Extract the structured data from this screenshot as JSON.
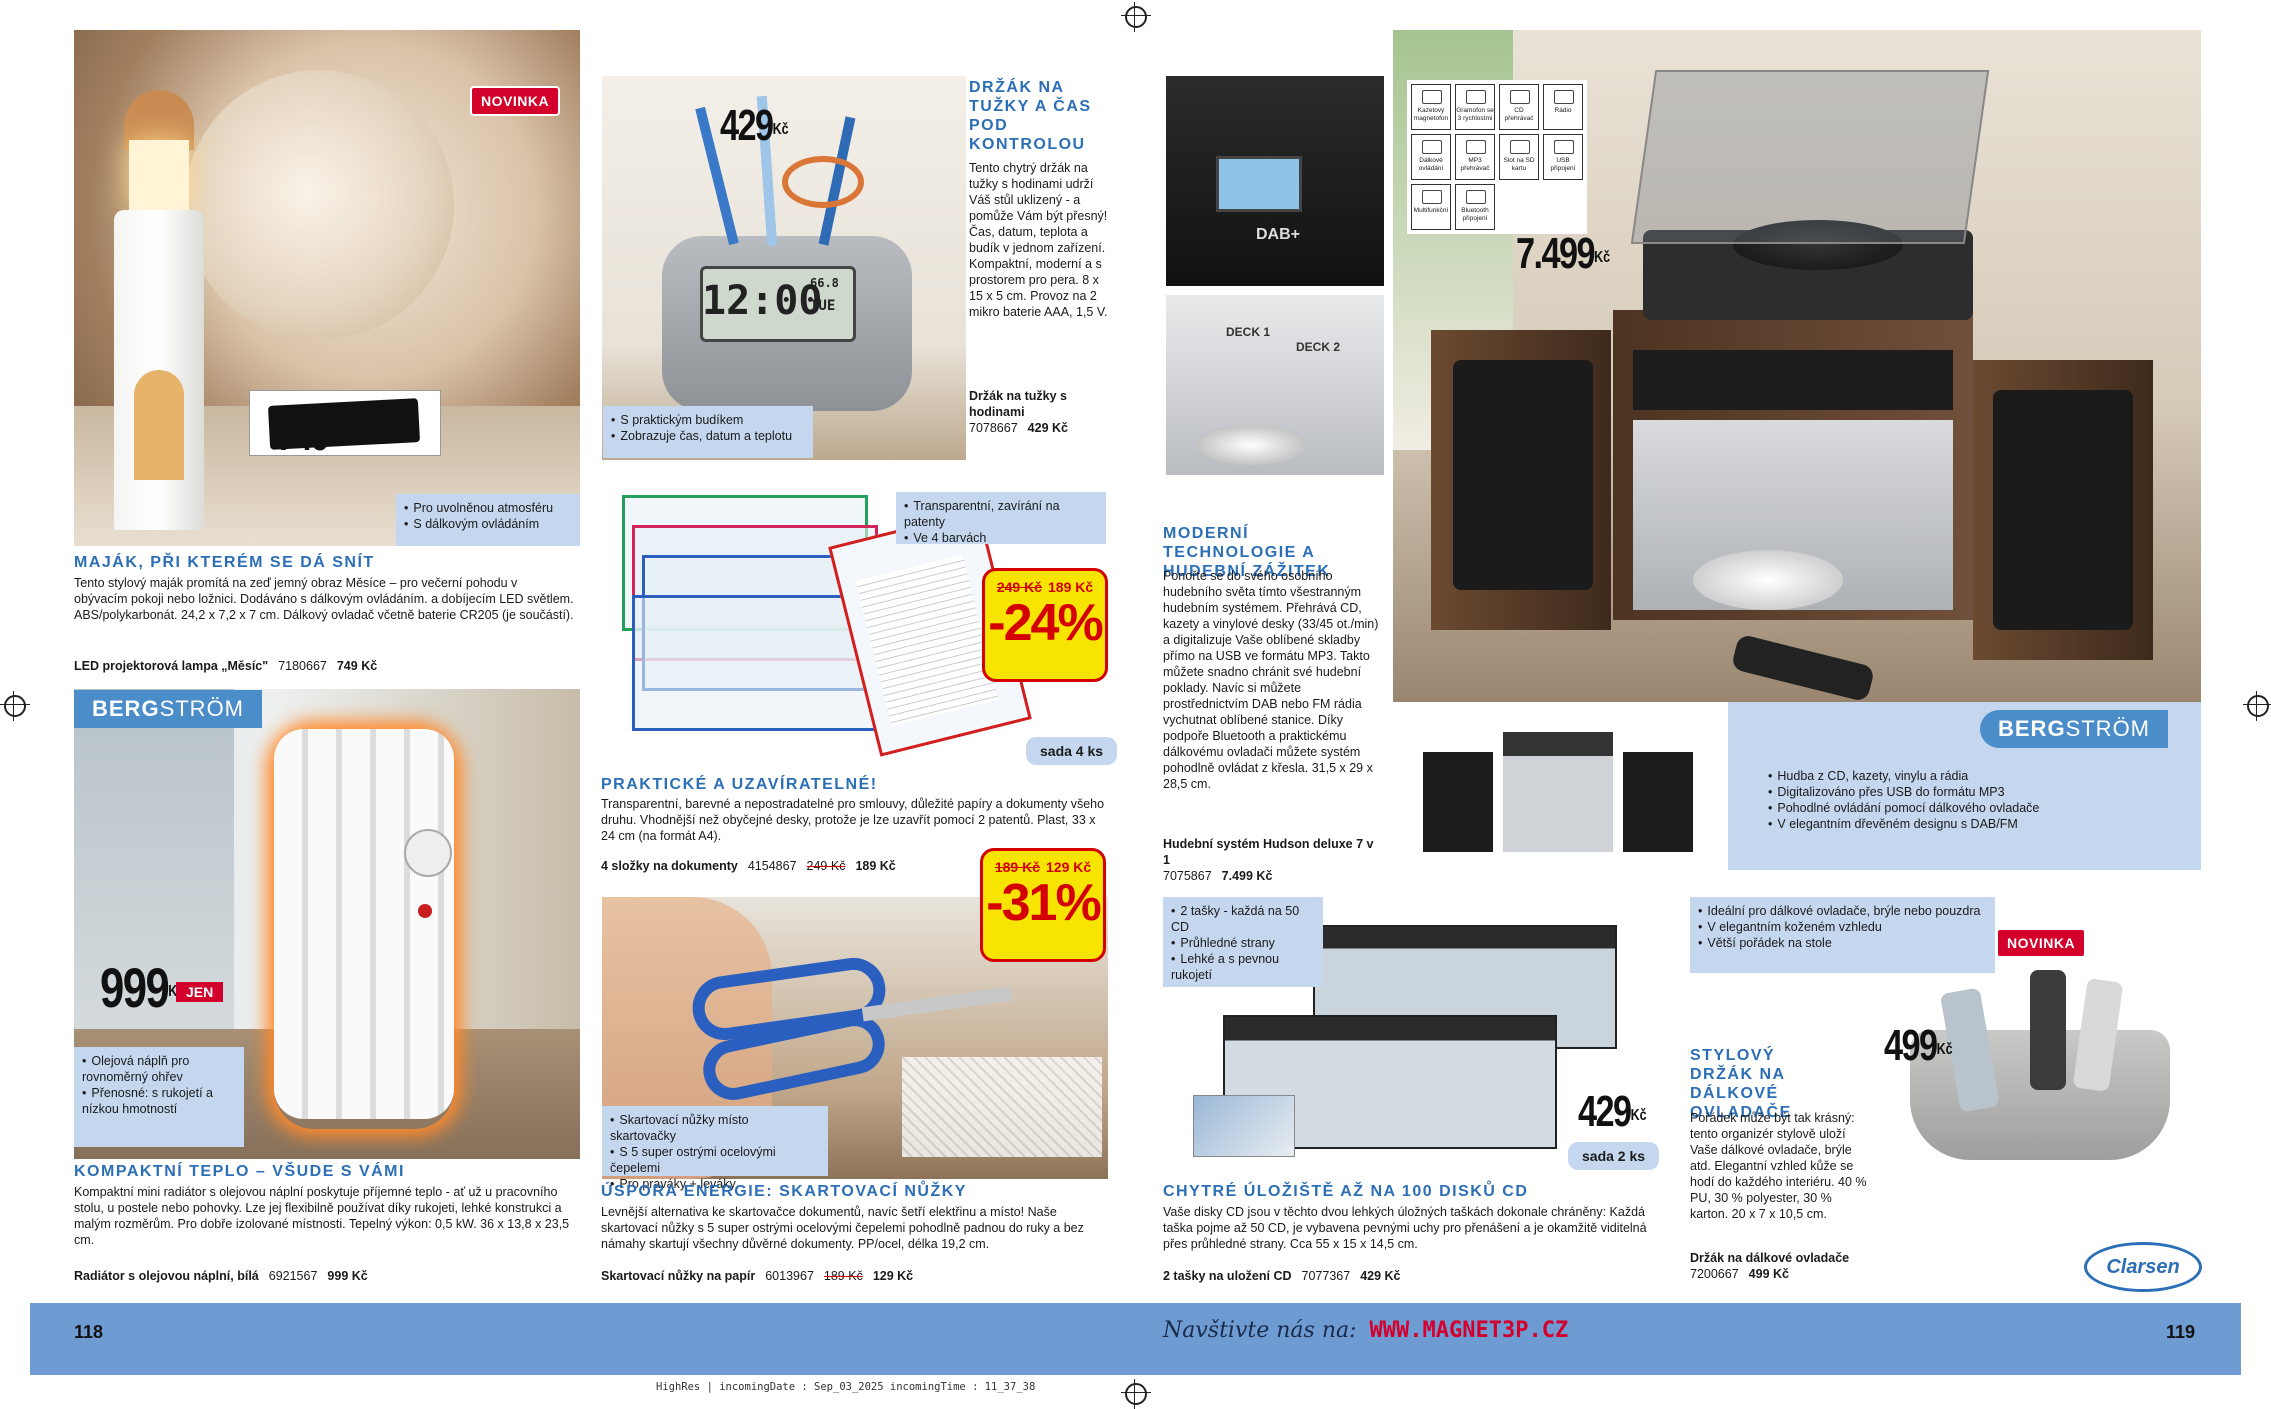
{
  "left_page": {
    "page_number": "118",
    "lighthouse": {
      "badge": "NOVINKA",
      "price": "749",
      "currency": "Kč",
      "bullets": [
        "Pro uvolněnou atmosféru",
        "S dálkovým ovládáním"
      ],
      "title": "MAJÁK, PŘI KTERÉM SE DÁ SNÍT",
      "description": "Tento stylový maják promítá na zeď jemný obraz Měsíce – pro večerní pohodu v obývacím pokoji nebo ložnici. Dodáváno s dálkovým ovládáním. a dobíjecím LED světlem. ABS/polykarbonát. 24,2 x 7,2 x 7 cm. Dálkový ovladač včetně baterie CR205 (je součástí).",
      "order_name": "LED projektorová lampa „Měsíc\"",
      "order_code": "7180667",
      "order_price": "749 Kč"
    },
    "pen_holder": {
      "price": "429",
      "currency": "Kč",
      "clock_text": "12:00",
      "clock_small": "66.8",
      "clock_day": "TUE",
      "title": "DRŽÁK NA TUŽKY A ČAS POD KONTROLOU",
      "description": "Tento chytrý držák na tužky s hodinami udrží Váš stůl uklizený - a pomůže Vám být přesný! Čas, datum, teplota a budík v jednom zařízení. Kompaktní, moderní a s prostorem pro pera. 8 x 15 x 5 cm. Provoz na 2 mikro baterie AAA, 1,5 V.",
      "order_name": "Držák na tužky s hodinami",
      "order_code": "7078667",
      "order_price": "429 Kč",
      "bullets": [
        "S praktickým budíkem",
        "Zobrazuje čas, datum a teplotu"
      ]
    },
    "folders": {
      "bullets": [
        "Transparentní, zavírání na patenty",
        "Ve 4 barvách"
      ],
      "old_price": "249 Kč",
      "new_price": "189 Kč",
      "discount": "-24%",
      "pill": "sada 4 ks",
      "title": "PRAKTICKÉ A UZAVÍRATELNÉ!",
      "description": "Transparentní, barevné a nepostradatelné pro smlouvy, důležité papíry a dokumenty všeho druhu. Vhodnější než obyčejné desky, protože je lze uzavřít pomocí 2 patentů. Plast, 33 x 24 cm (na formát A4).",
      "order_name": "4 složky na dokumenty",
      "order_code": "4154867",
      "order_old": "249 Kč",
      "order_price": "189 Kč"
    },
    "heater": {
      "brand_light": "BERG",
      "brand_bold": "STRÖM",
      "price": "999",
      "currency": "Kč",
      "tag": "JEN",
      "bullets": [
        "Olejová náplň pro rovnoměrný ohřev",
        "Přenosné: s rukojetí a nízkou hmotností"
      ],
      "title": "KOMPAKTNÍ TEPLO – VŠUDE S VÁMI",
      "description": "Kompaktní mini radiátor s olejovou náplní poskytuje příjemné teplo - ať už u pracovního stolu, u postele nebo pohovky. Lze jej flexibilně používat díky rukojeti, lehké konstrukci a malým rozměrům. Pro dobře izolované místnosti. Tepelný výkon: 0,5 kW. 36 x 13,8 x 23,5 cm.",
      "order_name": "Radiátor s olejovou náplní, bílá",
      "order_code": "6921567",
      "order_price": "999 Kč"
    },
    "scissors": {
      "old_price": "189 Kč",
      "new_price": "129 Kč",
      "discount": "-31%",
      "bullets": [
        "Skartovací nůžky místo skartovačky",
        "S 5 super ostrými ocelovými čepelemi",
        "Pro praváky + leváky"
      ],
      "title": "ÚSPORA ENERGIE: SKARTOVACÍ NŮŽKY",
      "description": "Levnější alternativa ke skartovačce dokumentů, navíc šetří elektřinu a místo! Naše skartovací nůžky s 5 super ostrými ocelovými čepelemi pohodlně padnou do ruky a bez námahy skartují všechny důvěrné dokumenty. PP/ocel, délka 19,2 cm.",
      "order_name": "Skartovací nůžky na papír",
      "order_code": "6013967",
      "order_old": "189 Kč",
      "order_price": "129 Kč"
    }
  },
  "right_page": {
    "page_number": "119",
    "footer_text": "Navštivte nás na:",
    "footer_url": "WWW.MAGNET3P.CZ",
    "hifi": {
      "price": "7.499",
      "currency": "Kč",
      "features": [
        "Kazetový magnetofon",
        "Gramofon se 3 rychlostmi",
        "CD přehrávač",
        "Rádio",
        "Dálkové ovládání",
        "MP3 přehrávač",
        "Slot na SD kartu",
        "USB připojení",
        "Multifunkční",
        "Bluetooth připojení"
      ],
      "dab_label": "DAB+",
      "deck1": "DECK 1",
      "deck2": "DECK 2",
      "title": "MODERNÍ TECHNOLOGIE A HUDEBNÍ ZÁŽITEK",
      "description": "Ponořte se do svého osobního hudebního světa tímto všestranným hudebním systémem. Přehrává CD, kazety a vinylové desky (33/45 ot./min) a digitalizuje Vaše oblíbené skladby přímo na USB ve formátu MP3. Takto můžete snadno chránit své hudební poklady. Navíc si můžete prostřednictvím DAB nebo FM rádia vychutnat oblíbené stanice. Díky podpoře Bluetooth a praktickému dálkovému ovladači můžete systém pohodlně ovládat z křesla. 31,5 x 29 x 28,5 cm.",
      "order_name": "Hudební systém Hudson deluxe 7 v 1",
      "order_code": "7075867",
      "order_price": "7.499 Kč",
      "brand_light": "BERG",
      "brand_bold": "STRÖM",
      "bullets": [
        "Hudba z CD, kazety, vinylu a rádia",
        "Digitalizováno přes USB do formátu MP3",
        "Pohodlné ovládání pomocí dálkového ovladače",
        "V elegantním dřevěném designu s DAB/FM"
      ]
    },
    "cd_bags": {
      "bullets": [
        "2 tašky - každá na 50 CD",
        "Průhledné strany",
        "Lehké a s pevnou rukojetí"
      ],
      "price": "429",
      "currency": "Kč",
      "pill": "sada 2 ks",
      "title": "CHYTRÉ ÚLOŽIŠTĚ AŽ NA 100 DISKŮ CD",
      "description": "Vaše disky CD jsou v těchto dvou lehkých úložných taškách dokonale chráněny: Každá taška pojme až 50 CD, je vybavena pevnými uchy pro přenášení a je okamžitě viditelná přes průhledné strany. Cca 55 x 15 x 14,5 cm.",
      "order_name": "2 tašky na uložení CD",
      "order_code": "7077367",
      "order_price": "429 Kč"
    },
    "remote_holder": {
      "bullets": [
        "Ideální pro dálkové ovladače, brýle nebo pouzdra",
        "V elegantním koženém vzhledu",
        "Větší pořádek na stole"
      ],
      "badge": "NOVINKA",
      "price": "499",
      "currency": "Kč",
      "title": "STYLOVÝ DRŽÁK NA DÁLKOVÉ OVLADAČE",
      "description": "Pořádek může být tak krásný: tento organizér stylově uloží Vaše dálkové ovladače, brýle atd. Elegantní vzhled kůže se hodí do každého interiéru. 40 % PU, 30 % polyester, 30 % karton. 20 x 7 x 10,5 cm.",
      "order_name": "Držák na dálkové ovladače",
      "order_code": "7200667",
      "order_price": "499 Kč",
      "logo": "Clarsen"
    }
  },
  "slug": "HighRes | incomingDate : Sep_03_2025 incomingTime : 11_37_38",
  "colors": {
    "accent_blue": "#2c6fb6",
    "footer_blue": "#6f9bd3",
    "bullet_bg": "#c5d7ef",
    "sale_yellow": "#f7e400",
    "sale_red": "#d40000",
    "badge_red": "#d3002b"
  }
}
